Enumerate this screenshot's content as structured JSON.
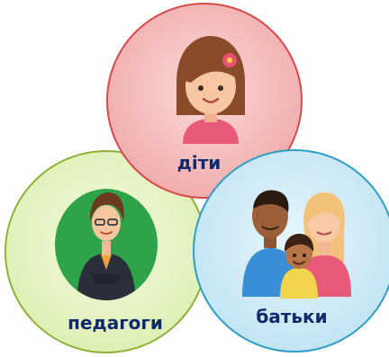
{
  "diagram": {
    "circles": [
      {
        "id": "children",
        "label": "діти",
        "fill": "#f2b3b3",
        "stroke": "#d94a4a"
      },
      {
        "id": "teachers",
        "label": "педагоги",
        "fill": "#e6f3c2",
        "stroke": "#8fb13b"
      },
      {
        "id": "parents",
        "label": "батьки",
        "fill": "#cfeaf6",
        "stroke": "#2f9dc6"
      }
    ]
  },
  "colors": {
    "label_text": "#0e2a6b",
    "avatar_green": "#2ea34a"
  },
  "icons": [
    "girl-avatar-icon",
    "teacher-avatar-icon",
    "family-icon"
  ]
}
